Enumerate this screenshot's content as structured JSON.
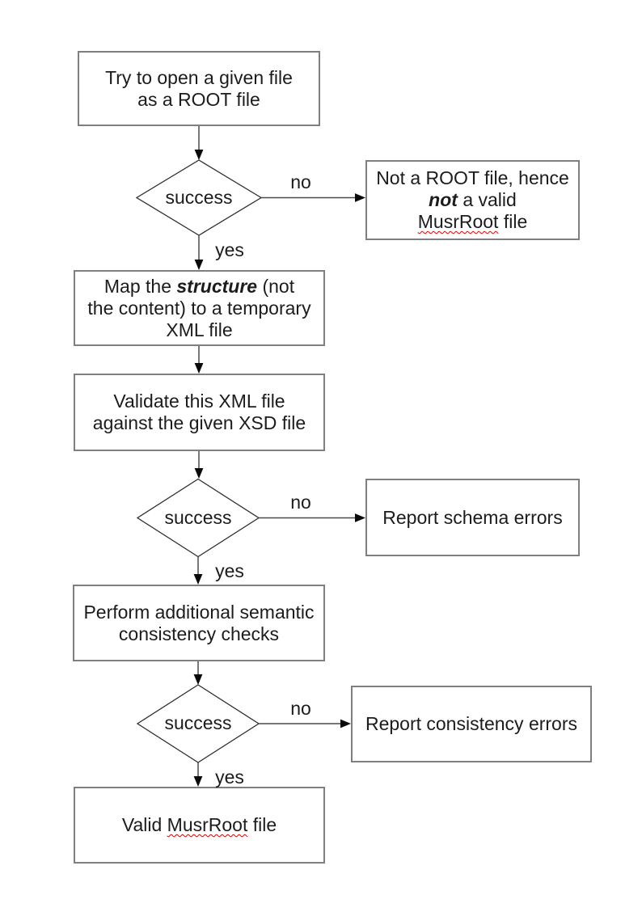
{
  "colors": {
    "box_border": "#7f7f7f",
    "diamond_stroke": "#2f2f2f",
    "line": "#4a4a4a",
    "arrowhead": "#0a0a0a",
    "text": "#1c1c1c",
    "spellcheck_underline": "#e00000"
  },
  "edge_labels": {
    "no": "no",
    "yes": "yes"
  },
  "decision_label": "success",
  "nodes": {
    "try_open": {
      "line1": "Try to open a given file",
      "line2": "as a ROOT file"
    },
    "not_root": {
      "line1": "Not a ROOT file, hence",
      "line2_bold_italic": "not",
      "line2_rest": " a valid",
      "line3_misspelled": "MusrRoot",
      "line3_rest": " file"
    },
    "map_structure": {
      "line1_pre": "Map the ",
      "line1_bold_italic": "structure",
      "line1_post": " (not",
      "line2": "the content) to a temporary",
      "line3": "XML file"
    },
    "validate": {
      "line1": "Validate this XML file",
      "line2": "against the given XSD file"
    },
    "report_schema": {
      "line1": "Report schema errors"
    },
    "semantic_checks": {
      "line1": "Perform additional semantic",
      "line2": "consistency checks"
    },
    "report_consistency": {
      "line1": "Report consistency errors"
    },
    "valid_file": {
      "line1_pre": "Valid ",
      "line1_misspelled": "MusrRoot",
      "line1_post": " file"
    }
  }
}
